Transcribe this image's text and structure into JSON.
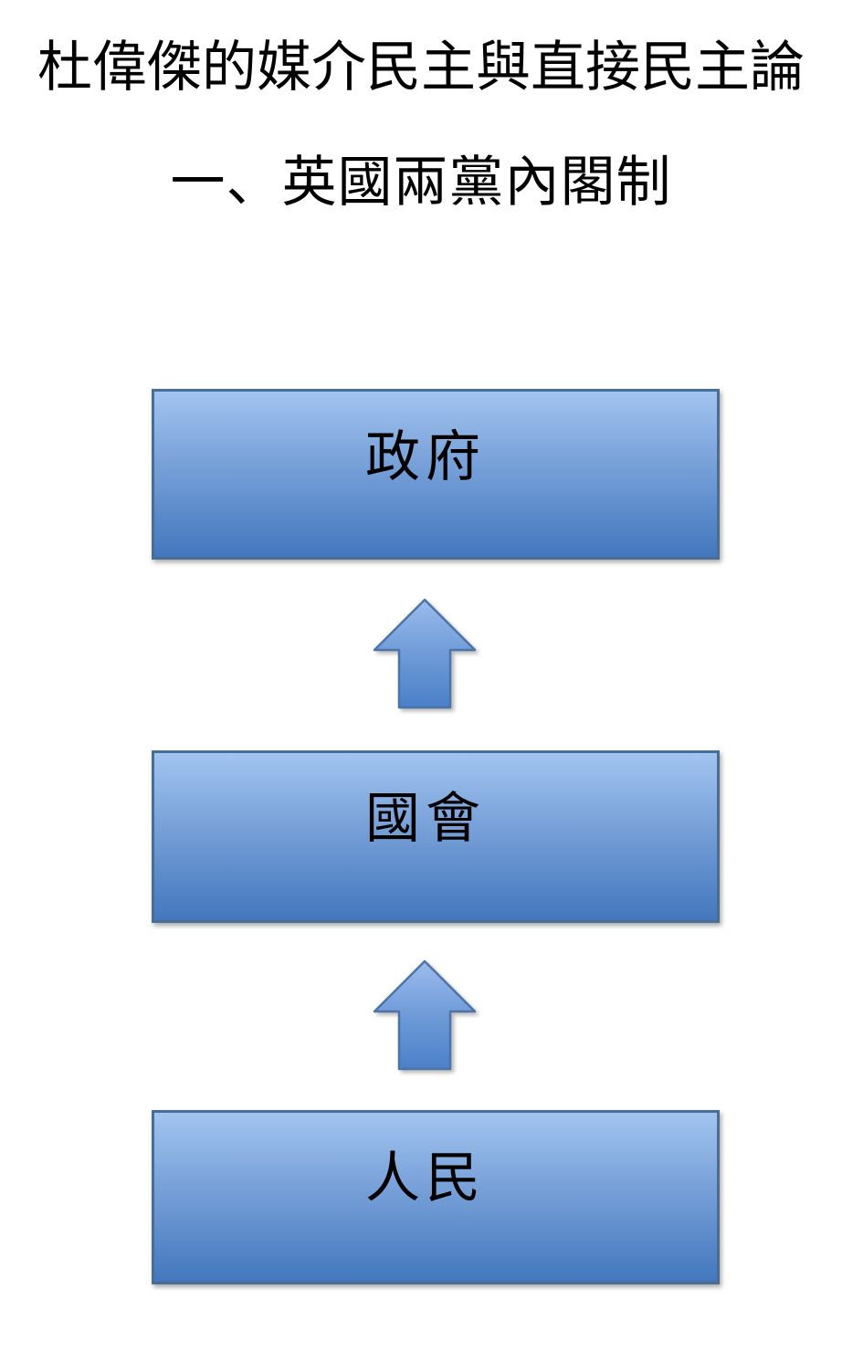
{
  "slide": {
    "title": "杜偉傑的媒介民主與直接民主論",
    "subtitle": "一、英國兩黨內閣制",
    "background_color": "#ffffff",
    "text_color": "#000000"
  },
  "diagram": {
    "type": "vertical-flow",
    "flow_direction": "bottom-to-top",
    "nodes": [
      {
        "id": "government",
        "label": "政府"
      },
      {
        "id": "parliament",
        "label": "國會"
      },
      {
        "id": "people",
        "label": "人民"
      }
    ],
    "arrows": [
      {
        "from": "parliament",
        "to": "government",
        "direction": "up",
        "shape": "block-arrow-up"
      },
      {
        "from": "people",
        "to": "parliament",
        "direction": "up",
        "shape": "block-arrow-up"
      }
    ],
    "colors": {
      "box_fill_top": "#a2c4f0",
      "box_fill_bottom": "#4377bd",
      "box_border": "#4a6d96",
      "arrow_fill_top": "#9bbcee",
      "arrow_fill_bottom": "#4a80c8",
      "arrow_border": "#4c74a8"
    }
  }
}
